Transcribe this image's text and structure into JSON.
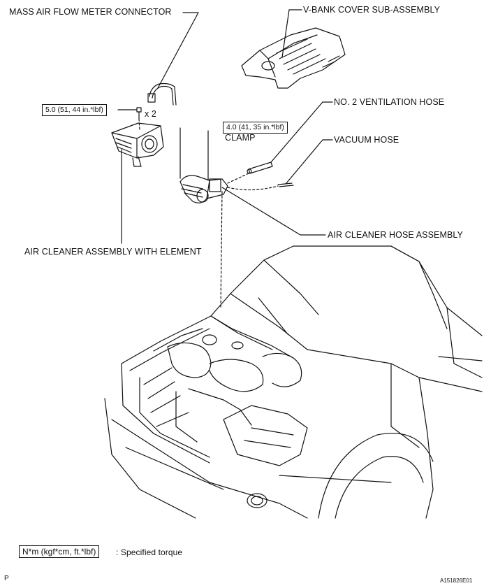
{
  "callouts": {
    "maf_connector": "MASS AIR FLOW METER CONNECTOR",
    "vbank_cover": "V-BANK COVER SUB-ASSEMBLY",
    "ventilation_hose": "NO. 2 VENTILATION HOSE",
    "vacuum_hose": "VACUUM HOSE",
    "clamp": "CLAMP",
    "air_cleaner_hose": "AIR CLEANER HOSE ASSEMBLY",
    "air_cleaner_assembly": "AIR CLEANER ASSEMBLY WITH ELEMENT",
    "bolt_qty": "x 2"
  },
  "torques": {
    "air_cleaner_bolt": "5.0 (51, 44 in.*lbf)",
    "clamp": "4.0 (41, 35 in.*lbf)"
  },
  "legend": {
    "unit_box": "N*m (kgf*cm, ft.*lbf)",
    "description": ": Specified torque"
  },
  "footer": {
    "page_marker": "P",
    "figure_id": "A151826E01"
  }
}
